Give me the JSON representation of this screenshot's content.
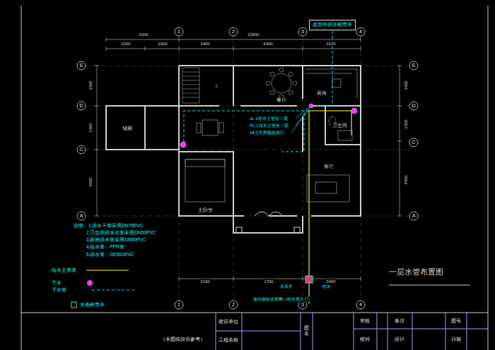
{
  "diagram": {
    "title": "一层水管布置图",
    "nodes": [
      {
        "text": [
          "接室外排水检查井"
        ]
      }
    ],
    "labels": [
      "4200",
      "13900",
      "2200",
      "2000",
      "3400",
      "4300",
      "3100",
      "3600",
      "1900",
      "4000",
      "3600",
      "1500",
      "4500",
      "3100",
      "1700",
      "3400",
      "1",
      "2",
      "3",
      "4",
      "1",
      "2",
      "3",
      "4",
      "E",
      "D",
      "C",
      "A",
      "E",
      "D",
      "C",
      "A",
      "上",
      "餐厅",
      "厨房",
      "卫生间",
      "储藏",
      "主卧室",
      "客厅",
      "JL-1给水立管至二层",
      "PL-1排水立管至二层",
      "1#卫生间预留接口",
      "说明：1.排水干管采用DN75PVC",
      "2.卫生间排水支管采用DN50PVC",
      "3.厨房排水管采用DN50PVC",
      "4.给水管：PPR管",
      "5.排水管：DE50UPVC",
      "水表井",
      "给水",
      "接市政给水管网（给水管入户）",
      "（本图纸仅供参考）",
      "建设单位",
      "工程名称",
      "图名",
      "审核",
      "校对",
      "备注",
      "设计",
      "图号",
      "日期"
    ],
    "legend": [
      {
        "text": "给水主管道"
      },
      {
        "text": "下水"
      },
      {
        "text": "下水管"
      },
      {
        "text": "水表检查井"
      }
    ]
  }
}
